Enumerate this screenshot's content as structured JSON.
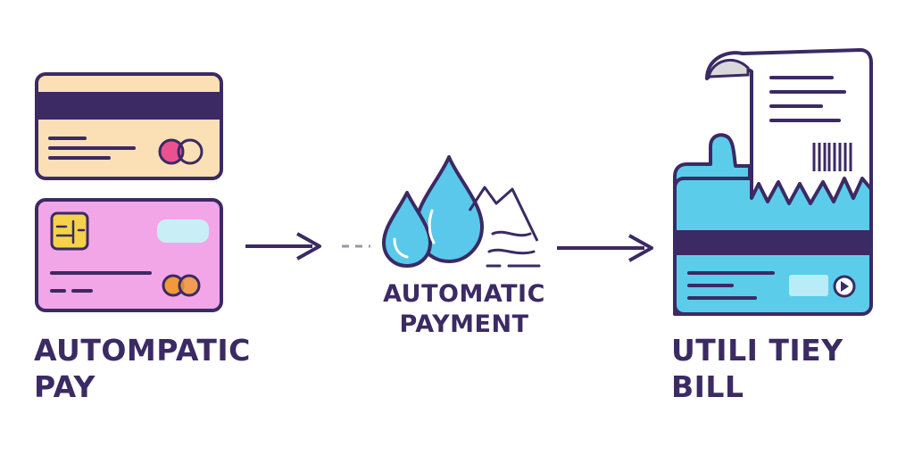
{
  "labels": {
    "left": {
      "line1": "AUTOMPATIC",
      "line2": "PAY"
    },
    "middle": {
      "line1": "AUTOMATIC",
      "line2": "PAYMENT"
    },
    "right": {
      "line1": "UTILI TIEY",
      "line2": "BILL"
    }
  },
  "icons": {
    "card_top": "credit-card-icon",
    "card_bottom": "chip-card-icon",
    "water": "water-drops-icon",
    "bill": "receipt-bill-icon"
  },
  "colors": {
    "outline": "#3b2a63",
    "card_peach": "#fbe0b6",
    "card_pink": "#f2a6e8",
    "water_blue": "#5ac8ea",
    "bill_blue": "#5bcdeb",
    "chip_yellow": "#f5d24a",
    "logo_pink": "#e9528f",
    "logo_orange": "#f29a3a"
  }
}
